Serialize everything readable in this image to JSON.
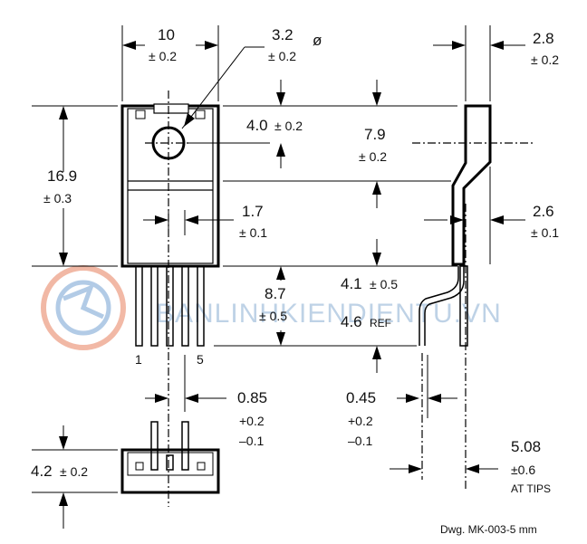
{
  "drawing": {
    "reference": "Dwg. MK-003-5 mm",
    "watermark": "BANLINHKIENDIENTU.VN",
    "colors": {
      "ink": "#000000",
      "watermark": "#a9c3de",
      "watermark_logo": "#e98a6a"
    },
    "dimensions": {
      "width": {
        "value": "10",
        "tol": "± 0.2"
      },
      "hole": {
        "value": "3.2",
        "tol": "± 0.2",
        "symbol": "ø"
      },
      "hole_offset": {
        "value": "4.0",
        "tol": "± 0.2"
      },
      "tab_height": {
        "value": "7.9",
        "tol": "± 0.2"
      },
      "height": {
        "value": "16.9",
        "tol": "± 0.3"
      },
      "pin_pitch": {
        "value": "1.7",
        "tol": "± 0.1"
      },
      "thickness": {
        "value": "2.8",
        "tol": "± 0.2"
      },
      "body_side": {
        "value": "2.6",
        "tol": "± 0.1"
      },
      "lead_len": {
        "value": "8.7",
        "tol": "± 0.5"
      },
      "lead_bend": {
        "value": "4.1",
        "tol": "± 0.5"
      },
      "lead_ref": {
        "value": "4.6",
        "suffix": "REF"
      },
      "pin_width": {
        "value": "0.85",
        "tol_plus": "+0.2",
        "tol_minus": "–0.1"
      },
      "pin_thk": {
        "value": "0.45",
        "tol_plus": "+0.2",
        "tol_minus": "–0.1"
      },
      "pin_spread": {
        "value": "5.08",
        "tol": "±0.6",
        "note": "AT TIPS"
      },
      "foot_height": {
        "value": "4.2",
        "tol": "± 0.2"
      }
    },
    "pins": {
      "first": "1",
      "last": "5"
    }
  }
}
